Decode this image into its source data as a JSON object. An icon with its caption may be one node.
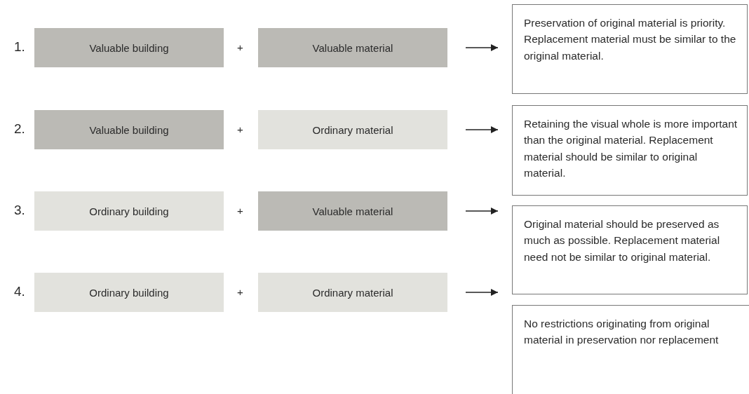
{
  "diagram": {
    "nodes": [
      {
        "text": [
          "Valuable building"
        ]
      },
      {
        "text": [
          "Valuable material"
        ]
      },
      {
        "text": [
          "Preservation of original material is priority. Replacement material must be similar to the original material."
        ]
      },
      {
        "text": [
          "Valuable building"
        ]
      },
      {
        "text": [
          "Ordinary material"
        ]
      },
      {
        "text": [
          "Retaining the visual whole is more important than the original material. Replacement material should be similar to original material."
        ]
      },
      {
        "text": [
          "Ordinary building"
        ]
      },
      {
        "text": [
          "Valuable material"
        ]
      },
      {
        "text": [
          "Original material should be preserved as much as possible. Replacement material need not be similar to original material."
        ]
      },
      {
        "text": [
          "Ordinary building"
        ]
      },
      {
        "text": [
          "Ordinary material"
        ]
      },
      {
        "text": [
          "No restrictions originating from original material in preservation nor replacement"
        ]
      }
    ],
    "edges": [
      {
        "from": 1,
        "to": 2,
        "arrow": "to"
      },
      {
        "from": 4,
        "to": 5,
        "arrow": "to"
      },
      {
        "from": 7,
        "to": 8,
        "arrow": "to"
      },
      {
        "from": 10,
        "to": 11,
        "arrow": "to"
      }
    ],
    "labels": [
      "1.",
      "+",
      "2.",
      "+",
      "3.",
      "+",
      "4.",
      "+"
    ]
  }
}
